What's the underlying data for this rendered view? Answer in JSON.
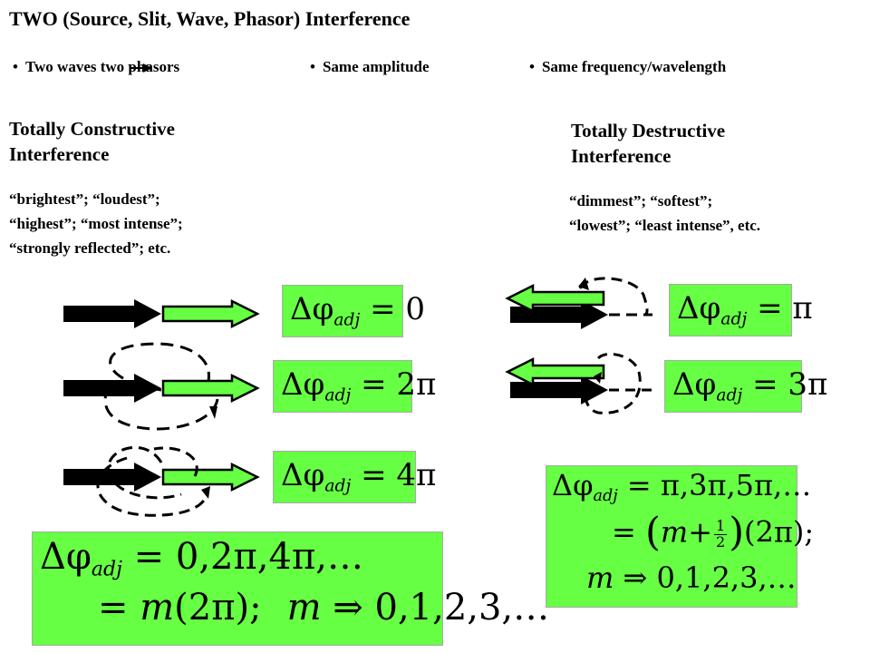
{
  "title": "TWO (Source, Slit, Wave, Phasor) Interference",
  "bullets": [
    {
      "dot": "•",
      "text": "Two waves  two phasors"
    },
    {
      "dot": "•",
      "text": "Same amplitude"
    },
    {
      "dot": "•",
      "text": "Same frequency/wavelength"
    }
  ],
  "constructive": {
    "heading": "Totally Constructive Interference",
    "desc": [
      "“brightest”; “loudest”;",
      "“highest”; “most intense”;",
      "“strongly reflected”; etc."
    ],
    "eq1": {
      "lhs": "Δφ",
      "sub": "adj",
      "rhs": "= 0"
    },
    "eq2": {
      "lhs": "Δφ",
      "sub": "adj",
      "rhs": "= 2π"
    },
    "eq3": {
      "lhs": "Δφ",
      "sub": "adj",
      "rhs": "= 4π"
    },
    "summary": {
      "line1_lhs": "Δφ",
      "line1_sub": "adj",
      "line1_rhs": "= 0,2π,4π,…",
      "line2_a": "= ",
      "line2_m": "m",
      "line2_b": "(2π);",
      "line2_c": "m",
      "line2_d": " ⇒ 0,1,2,3,…"
    }
  },
  "destructive": {
    "heading": "Totally Destructive Interference",
    "desc": [
      "“dimmest”; “softest”;",
      "“lowest”; “least intense”, etc."
    ],
    "eq1": {
      "lhs": "Δφ",
      "sub": "adj",
      "rhs": "= π"
    },
    "eq2": {
      "lhs": "Δφ",
      "sub": "adj",
      "rhs": "= 3π"
    },
    "summary": {
      "line1_lhs": "Δφ",
      "line1_sub": "adj",
      "line1_rhs": "= π,3π,5π,…",
      "line2_a": "= ",
      "line2_m": "m",
      "line2_plus": "+",
      "frac_num": "1",
      "frac_den": "2",
      "line2_b": "(2π);",
      "line3_m": "m",
      "line3_rest": " ⇒ 0,1,2,3,…"
    }
  },
  "colors": {
    "box": "#66ff44",
    "arrow_green": "#66ff44",
    "arrow_black": "#000000"
  },
  "icons": {
    "bullet_arrow": "right-arrow-icon"
  }
}
